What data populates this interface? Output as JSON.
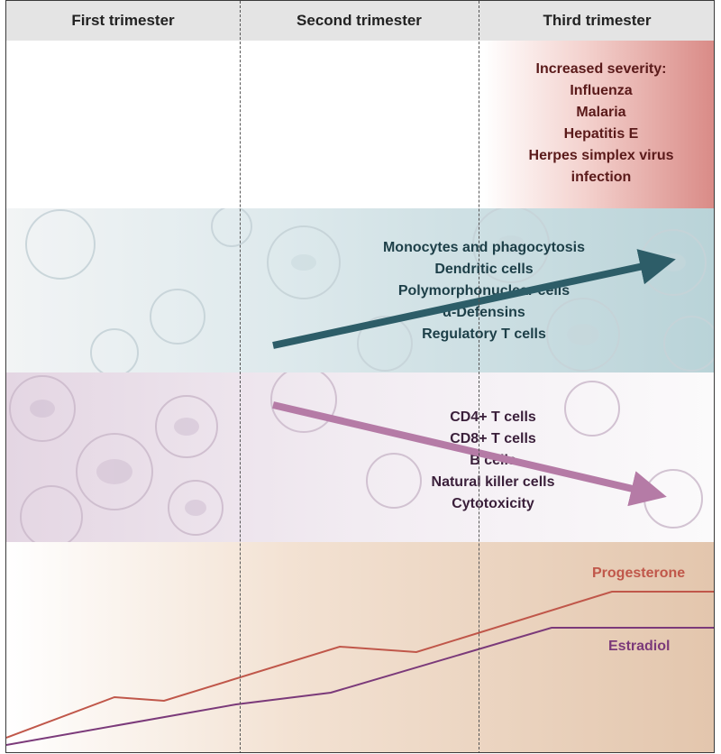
{
  "trimesters": [
    "First trimester",
    "Second trimester",
    "Third trimester"
  ],
  "severity": {
    "heading": "Increased severity:",
    "items": [
      "Influenza",
      "Malaria",
      "Hepatitis E",
      "Herpes simplex virus",
      "infection"
    ]
  },
  "increased_cells": {
    "items": [
      "Monocytes and phagocytosis",
      "Dendritic cells",
      "Polymorphonuclear cells",
      "α-Defensins",
      "Regulatory T cells"
    ],
    "arrow_color": "#2d5d68"
  },
  "decreased_cells": {
    "items": [
      "CD4+ T cells",
      "CD8+ T cells",
      "B cells",
      "Natural killer cells",
      "Cytotoxicity"
    ],
    "arrow_color": "#b57ba6"
  },
  "hormones": {
    "progesterone": {
      "label": "Progesterone",
      "color": "#c0574a"
    },
    "estradiol": {
      "label": "Estradiol",
      "color": "#7b3a7a"
    }
  }
}
